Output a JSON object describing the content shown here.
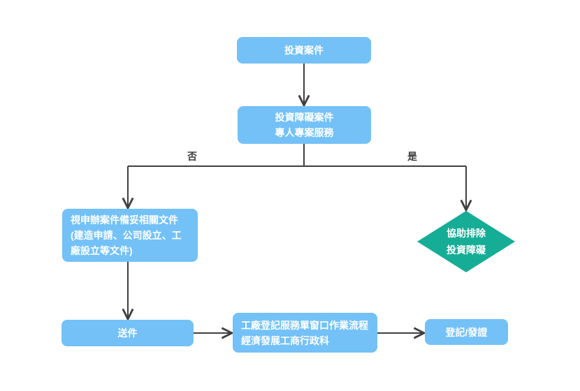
{
  "diagram": {
    "title": "factory-registration-investment-flowchart",
    "colors": {
      "process_fill": "#73C1F7",
      "decision_fill": "#16AD96",
      "connector": "#3F3F3F",
      "node_text": "#FFFFFF",
      "edge_label_text": "#3D3D3D",
      "background": "#FFFFFF"
    },
    "nodes": {
      "investment": {
        "label": "投資案件",
        "shape": "rect"
      },
      "obstacle_service": {
        "label": "投資障礙案件\n專人專案服務",
        "shape": "rect"
      },
      "documents": {
        "label": "視申辦案件備妥相關文件\n(建造申請、公司設立、工\n廠設立等文件)",
        "shape": "rect"
      },
      "assist": {
        "label": "協助排除\n投資障礙",
        "shape": "diamond"
      },
      "submit": {
        "label": "送件",
        "shape": "rect"
      },
      "factory_process": {
        "label": "工廠登記服務單窗口作業流程\n經濟發展工商行政科",
        "shape": "rect"
      },
      "registration": {
        "label": "登記/發證",
        "shape": "rect"
      }
    },
    "edge_labels": {
      "no": "否",
      "yes": "是"
    }
  }
}
